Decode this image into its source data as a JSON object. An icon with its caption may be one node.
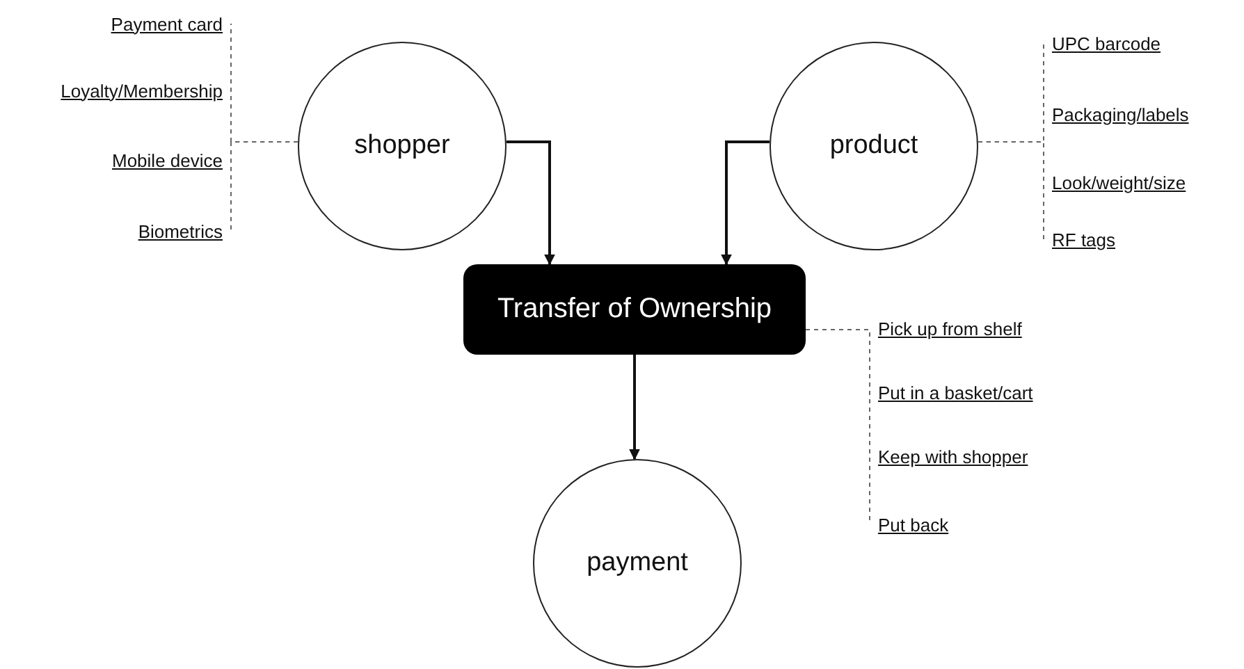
{
  "diagram": {
    "nodes": [
      {
        "text": [
          "Payment card"
        ]
      },
      {
        "text": [
          "Loyalty/Membership"
        ]
      },
      {
        "text": [
          "Mobile device"
        ]
      },
      {
        "text": [
          "Biometrics"
        ]
      },
      {
        "text": [
          "shopper"
        ]
      },
      {
        "text": [
          "product"
        ]
      },
      {
        "text": [
          "UPC barcode"
        ]
      },
      {
        "text": [
          "Packaging/labels"
        ]
      },
      {
        "text": [
          "Look/weight/size"
        ]
      },
      {
        "text": [
          "RF tags"
        ]
      },
      {
        "text": [
          "Transfer of Ownership"
        ]
      },
      {
        "text": [
          "Pick up from shelf"
        ]
      },
      {
        "text": [
          "Put in a basket/cart"
        ]
      },
      {
        "text": [
          "Keep with shopper"
        ]
      },
      {
        "text": [
          "Put back"
        ]
      },
      {
        "text": [
          "payment"
        ]
      }
    ],
    "edges": [
      {
        "from": 4,
        "to": 10,
        "arrow": "to"
      },
      {
        "from": 5,
        "to": 10,
        "arrow": "to"
      },
      {
        "from": 10,
        "to": 15,
        "arrow": "to"
      },
      {
        "from": 4,
        "to": 0,
        "arrow": "none",
        "style": "dashed"
      },
      {
        "from": 4,
        "to": 1,
        "arrow": "none",
        "style": "dashed"
      },
      {
        "from": 4,
        "to": 2,
        "arrow": "none",
        "style": "dashed"
      },
      {
        "from": 4,
        "to": 3,
        "arrow": "none",
        "style": "dashed"
      },
      {
        "from": 5,
        "to": 6,
        "arrow": "none",
        "style": "dashed"
      },
      {
        "from": 5,
        "to": 7,
        "arrow": "none",
        "style": "dashed"
      },
      {
        "from": 5,
        "to": 8,
        "arrow": "none",
        "style": "dashed"
      },
      {
        "from": 5,
        "to": 9,
        "arrow": "none",
        "style": "dashed"
      },
      {
        "from": 10,
        "to": 11,
        "arrow": "none",
        "style": "dashed"
      },
      {
        "from": 10,
        "to": 12,
        "arrow": "none",
        "style": "dashed"
      },
      {
        "from": 10,
        "to": 13,
        "arrow": "none",
        "style": "dashed"
      },
      {
        "from": 10,
        "to": 14,
        "arrow": "none",
        "style": "dashed"
      }
    ]
  }
}
